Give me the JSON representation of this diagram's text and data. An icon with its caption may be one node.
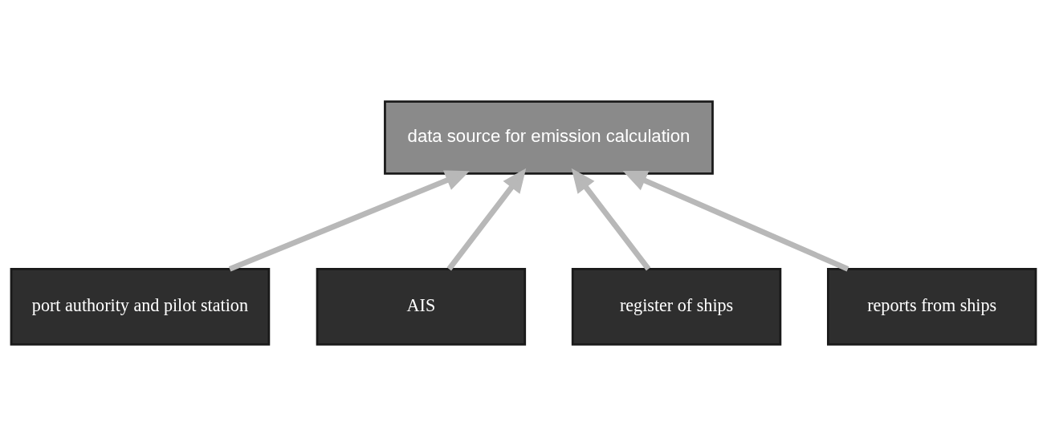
{
  "diagram": {
    "nodes": [
      {
        "text": [
          "data source for emission calculation"
        ]
      },
      {
        "text": [
          "port authority and pilot station"
        ]
      },
      {
        "text": [
          "AIS"
        ]
      },
      {
        "text": [
          "register of ships"
        ]
      },
      {
        "text": [
          "reports from ships"
        ]
      }
    ],
    "edges": [
      {
        "from": 1,
        "to": 0,
        "arrow": "to"
      },
      {
        "from": 2,
        "to": 0,
        "arrow": "to"
      },
      {
        "from": 3,
        "to": 0,
        "arrow": "to"
      },
      {
        "from": 4,
        "to": 0,
        "arrow": "to"
      }
    ]
  }
}
